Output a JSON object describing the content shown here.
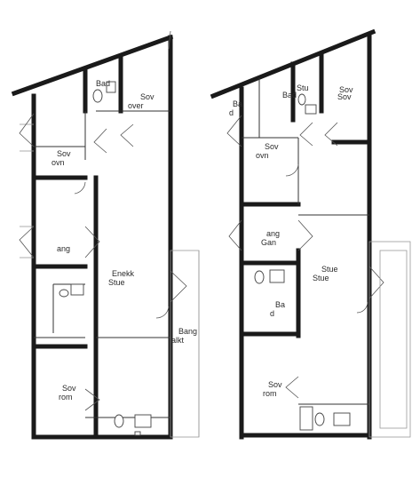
{
  "plan": {
    "left_unit": {
      "bad_top": "Bad",
      "sov_top_1": "Sov",
      "sov_top_2": "over",
      "sov_mid_1": "Sov",
      "sov_mid_2": "ovn",
      "gang": "ang",
      "kitchen_1": "Enekk",
      "kitchen_2": "Stue",
      "sov_bottom_1": "Sov",
      "sov_bottom_2": "rom",
      "balkong_1": "Bang",
      "balkong_2": "alkt"
    },
    "right_unit": {
      "bad_left_1": "Ba",
      "bad_left_2": "d",
      "stue_top_1": "Stu",
      "stue_top_2": "Bad",
      "sov_top_1": "Sov",
      "sov_top_2": "Sov",
      "sov_mid_1": "Sov",
      "sov_mid_2": "ovn",
      "gang_1": "ang",
      "gang_2": "Gan",
      "stue_1": "Stue",
      "stue_2": "Stue",
      "bad_mid_1": "Ba",
      "bad_mid_2": "d",
      "sov_bottom_1": "Sov",
      "sov_bottom_2": "rom"
    }
  }
}
